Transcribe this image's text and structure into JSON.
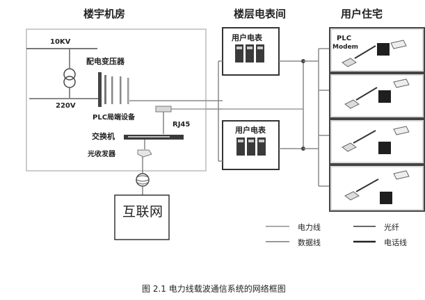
{
  "sections": {
    "building_room": "楼宇机房",
    "floor_meter_room": "楼层电表间",
    "user_residence": "用户住宅"
  },
  "labels": {
    "voltage_10kv": "10KV",
    "transformer": "配电变压器",
    "voltage_220v": "220V",
    "plc_head_end": "PLC局端设备",
    "rj45": "RJ45",
    "switch": "交换机",
    "optical_transceiver": "光收发器",
    "meter_box_top": "用户电表",
    "meter_box_bottom": "用户电表",
    "plc_modem_line1": "PLC",
    "plc_modem_line2": "Modem",
    "internet": "互联网"
  },
  "legend": [
    {
      "key": "power",
      "label": "电力线"
    },
    {
      "key": "fiber",
      "label": "光纤"
    },
    {
      "key": "data",
      "label": "数据线"
    },
    {
      "key": "phone",
      "label": "电话线"
    }
  ],
  "caption": "图 2.1  电力线载波通信系统的网络框图",
  "colors": {
    "line": "#555555",
    "power_line": "#9a9a9a",
    "box_border": "#8a8a8a",
    "meter_fill": "#3a3a3a"
  }
}
